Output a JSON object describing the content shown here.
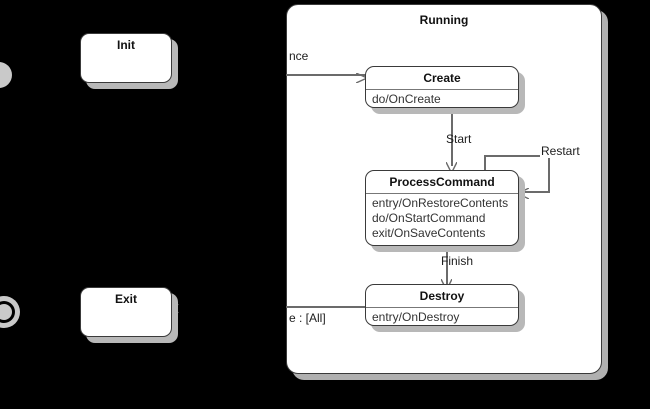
{
  "diagram": {
    "type": "uml-state-machine",
    "background": "#000000",
    "surface": "#ffffff",
    "stroke": "#3a3a3a",
    "edge_color": "#6b6b6b",
    "shadow_color": "#b8b8b8"
  },
  "outer_states": [
    {
      "name": "init-state",
      "title": "Init",
      "body": ""
    },
    {
      "name": "exit-state",
      "title": "Exit",
      "body": ""
    }
  ],
  "composite": {
    "title": "Running",
    "states": [
      {
        "name": "create-state",
        "title": "Create",
        "body": "do/OnCreate"
      },
      {
        "name": "process-command-state",
        "title": "ProcessCommand",
        "body": "entry/OnRestoreContents\ndo/OnStartCommand\nexit/OnSaveContents"
      },
      {
        "name": "destroy-state",
        "title": "Destroy",
        "body": "entry/OnDestroy"
      }
    ]
  },
  "transitions": [
    {
      "name": "transition-to-create",
      "label": "nce"
    },
    {
      "name": "transition-create-to-process",
      "label": "Start"
    },
    {
      "name": "transition-restart-self-loop",
      "label": "Restart"
    },
    {
      "name": "transition-process-to-destroy",
      "label": "Finish"
    },
    {
      "name": "transition-to-exit",
      "label": "e :  [All]"
    }
  ],
  "pseudostates": [
    {
      "name": "initial-pseudostate",
      "kind": "initial"
    },
    {
      "name": "final-pseudostate",
      "kind": "final"
    }
  ]
}
